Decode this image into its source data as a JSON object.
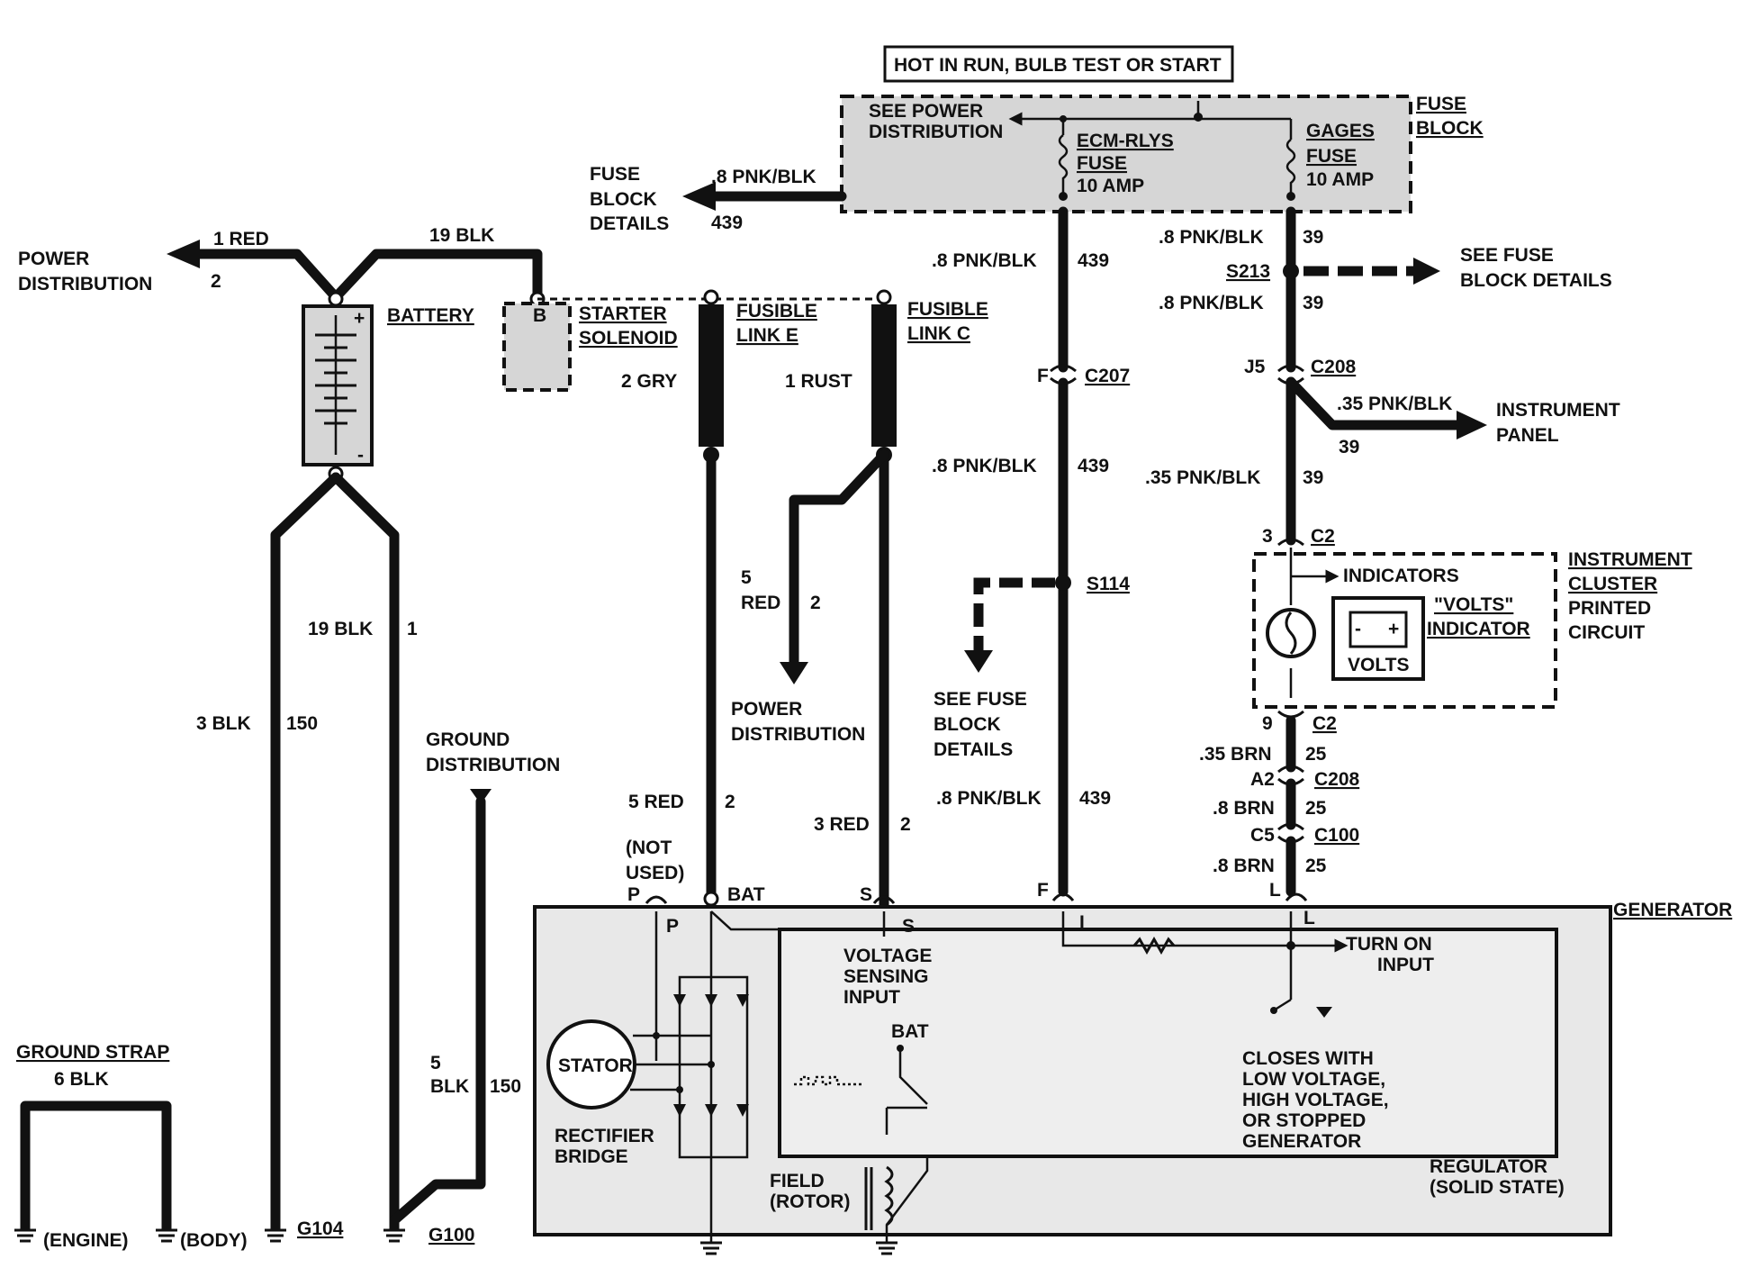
{
  "header": {
    "hot_label": "HOT IN RUN, BULB TEST OR START"
  },
  "fuse_block": {
    "title_line1": "FUSE",
    "title_line2": "BLOCK",
    "see_power_line1": "SEE POWER",
    "see_power_line2": "DISTRIBUTION",
    "ecm_fuse_line1": "ECM-RLYS",
    "ecm_fuse_line2": "FUSE",
    "ecm_amp": "10 AMP",
    "gages_fuse_line1": "GAGES",
    "gages_fuse_line2": "FUSE",
    "gages_amp": "10 AMP"
  },
  "left_block": {
    "fbd_line1": "FUSE",
    "fbd_line2": "BLOCK",
    "fbd_line3": "DETAILS",
    "wire_label": ".8 PNK/BLK",
    "wire_num": "439"
  },
  "power_dist": {
    "line1": "POWER",
    "line2": "DISTRIBUTION",
    "wire_label": "1 RED",
    "wire_num": "2",
    "blk_label": "19 BLK"
  },
  "battery": {
    "label": "BATTERY",
    "plus": "+",
    "minus": "-"
  },
  "starter": {
    "line1": "STARTER",
    "line2": "SOLENOID",
    "terminal": "B"
  },
  "fusible_e": {
    "line1": "FUSIBLE",
    "line2": "LINK E",
    "wire": "2 GRY"
  },
  "fusible_c": {
    "line1": "FUSIBLE",
    "line2": "LINK C",
    "wire": "1 RUST"
  },
  "power_branch": {
    "wire_size": "5",
    "wire_color": "RED",
    "wire_num": "2",
    "line1": "POWER",
    "line2": "DISTRIBUTION"
  },
  "left_wires": {
    "blk19": "19 BLK",
    "blk19_num": "1",
    "blk3": "3 BLK",
    "blk3_num": "150",
    "ground_line1": "GROUND",
    "ground_line2": "DISTRIBUTION",
    "blk5_size": "5",
    "blk5_color": "BLK",
    "blk5_num": "150"
  },
  "gen_wires": {
    "red5": "5 RED",
    "red5_num": "2",
    "red3": "3 RED",
    "red3_num": "2",
    "not_used_line1": "(NOT",
    "not_used_line2": "USED)",
    "p": "P",
    "bat": "BAT",
    "s": "S",
    "f": "F",
    "l": "L"
  },
  "center_column": {
    "w1": ".8 PNK/BLK",
    "n1": "439",
    "f_pin": "F",
    "c207": "C207",
    "w2": ".8 PNK/BLK",
    "n2": "439",
    "s114": "S114",
    "see_line1": "SEE FUSE",
    "see_line2": "BLOCK",
    "see_line3": "DETAILS",
    "w3": ".8 PNK/BLK",
    "n3": "439"
  },
  "right_column": {
    "w1": ".8 PNK/BLK",
    "n1": "39",
    "s213": "S213",
    "see_line1": "SEE FUSE",
    "see_line2": "BLOCK DETAILS",
    "w2": ".8 PNK/BLK",
    "n2": "39",
    "j5": "J5",
    "c208": "C208",
    "branch_wire": ".35 PNK/BLK",
    "branch_num": "39",
    "panel_line1": "INSTRUMENT",
    "panel_line2": "PANEL",
    "w3": ".35 PNK/BLK",
    "n3": "39",
    "c2_top_pin": "3",
    "c2": "C2",
    "cluster_line1": "INSTRUMENT",
    "cluster_line2": "CLUSTER",
    "cluster_line3": "PRINTED",
    "cluster_line4": "CIRCUIT",
    "indicators": "INDICATORS",
    "volts_line1": "\"VOLTS\"",
    "volts_line2": "INDICATOR",
    "volts_badge": "VOLTS",
    "c2_bot_pin": "9",
    "c2b": "C2",
    "w4": ".35 BRN",
    "n4": "25",
    "a2": "A2",
    "c208b": "C208",
    "w5": ".8 BRN",
    "n5": "25",
    "c5": "C5",
    "c100": "C100",
    "w6": ".8 BRN",
    "n6": "25"
  },
  "generator": {
    "title": "GENERATOR",
    "p_pin": "P",
    "s_pin": "S",
    "i_pin": "I",
    "l_pin": "L",
    "vs_line1": "VOLTAGE",
    "vs_line2": "SENSING",
    "vs_line3": "INPUT",
    "turn_line1": "TURN ON",
    "turn_line2": "INPUT",
    "bat": "BAT",
    "stator": "STATOR",
    "rect_line1": "RECTIFIER",
    "rect_line2": "BRIDGE",
    "field_line1": "FIELD",
    "field_line2": "(ROTOR)",
    "closes_line1": "CLOSES WITH",
    "closes_line2": "LOW VOLTAGE,",
    "closes_line3": "HIGH VOLTAGE,",
    "closes_line4": "OR STOPPED",
    "closes_line5": "GENERATOR",
    "reg_line1": "REGULATOR",
    "reg_line2": "(SOLID STATE)"
  },
  "grounds": {
    "strap_title": "GROUND STRAP",
    "strap_wire": "6 BLK",
    "engine": "(ENGINE)",
    "body": "(BODY)",
    "g104": "G104",
    "g100": "G100"
  }
}
